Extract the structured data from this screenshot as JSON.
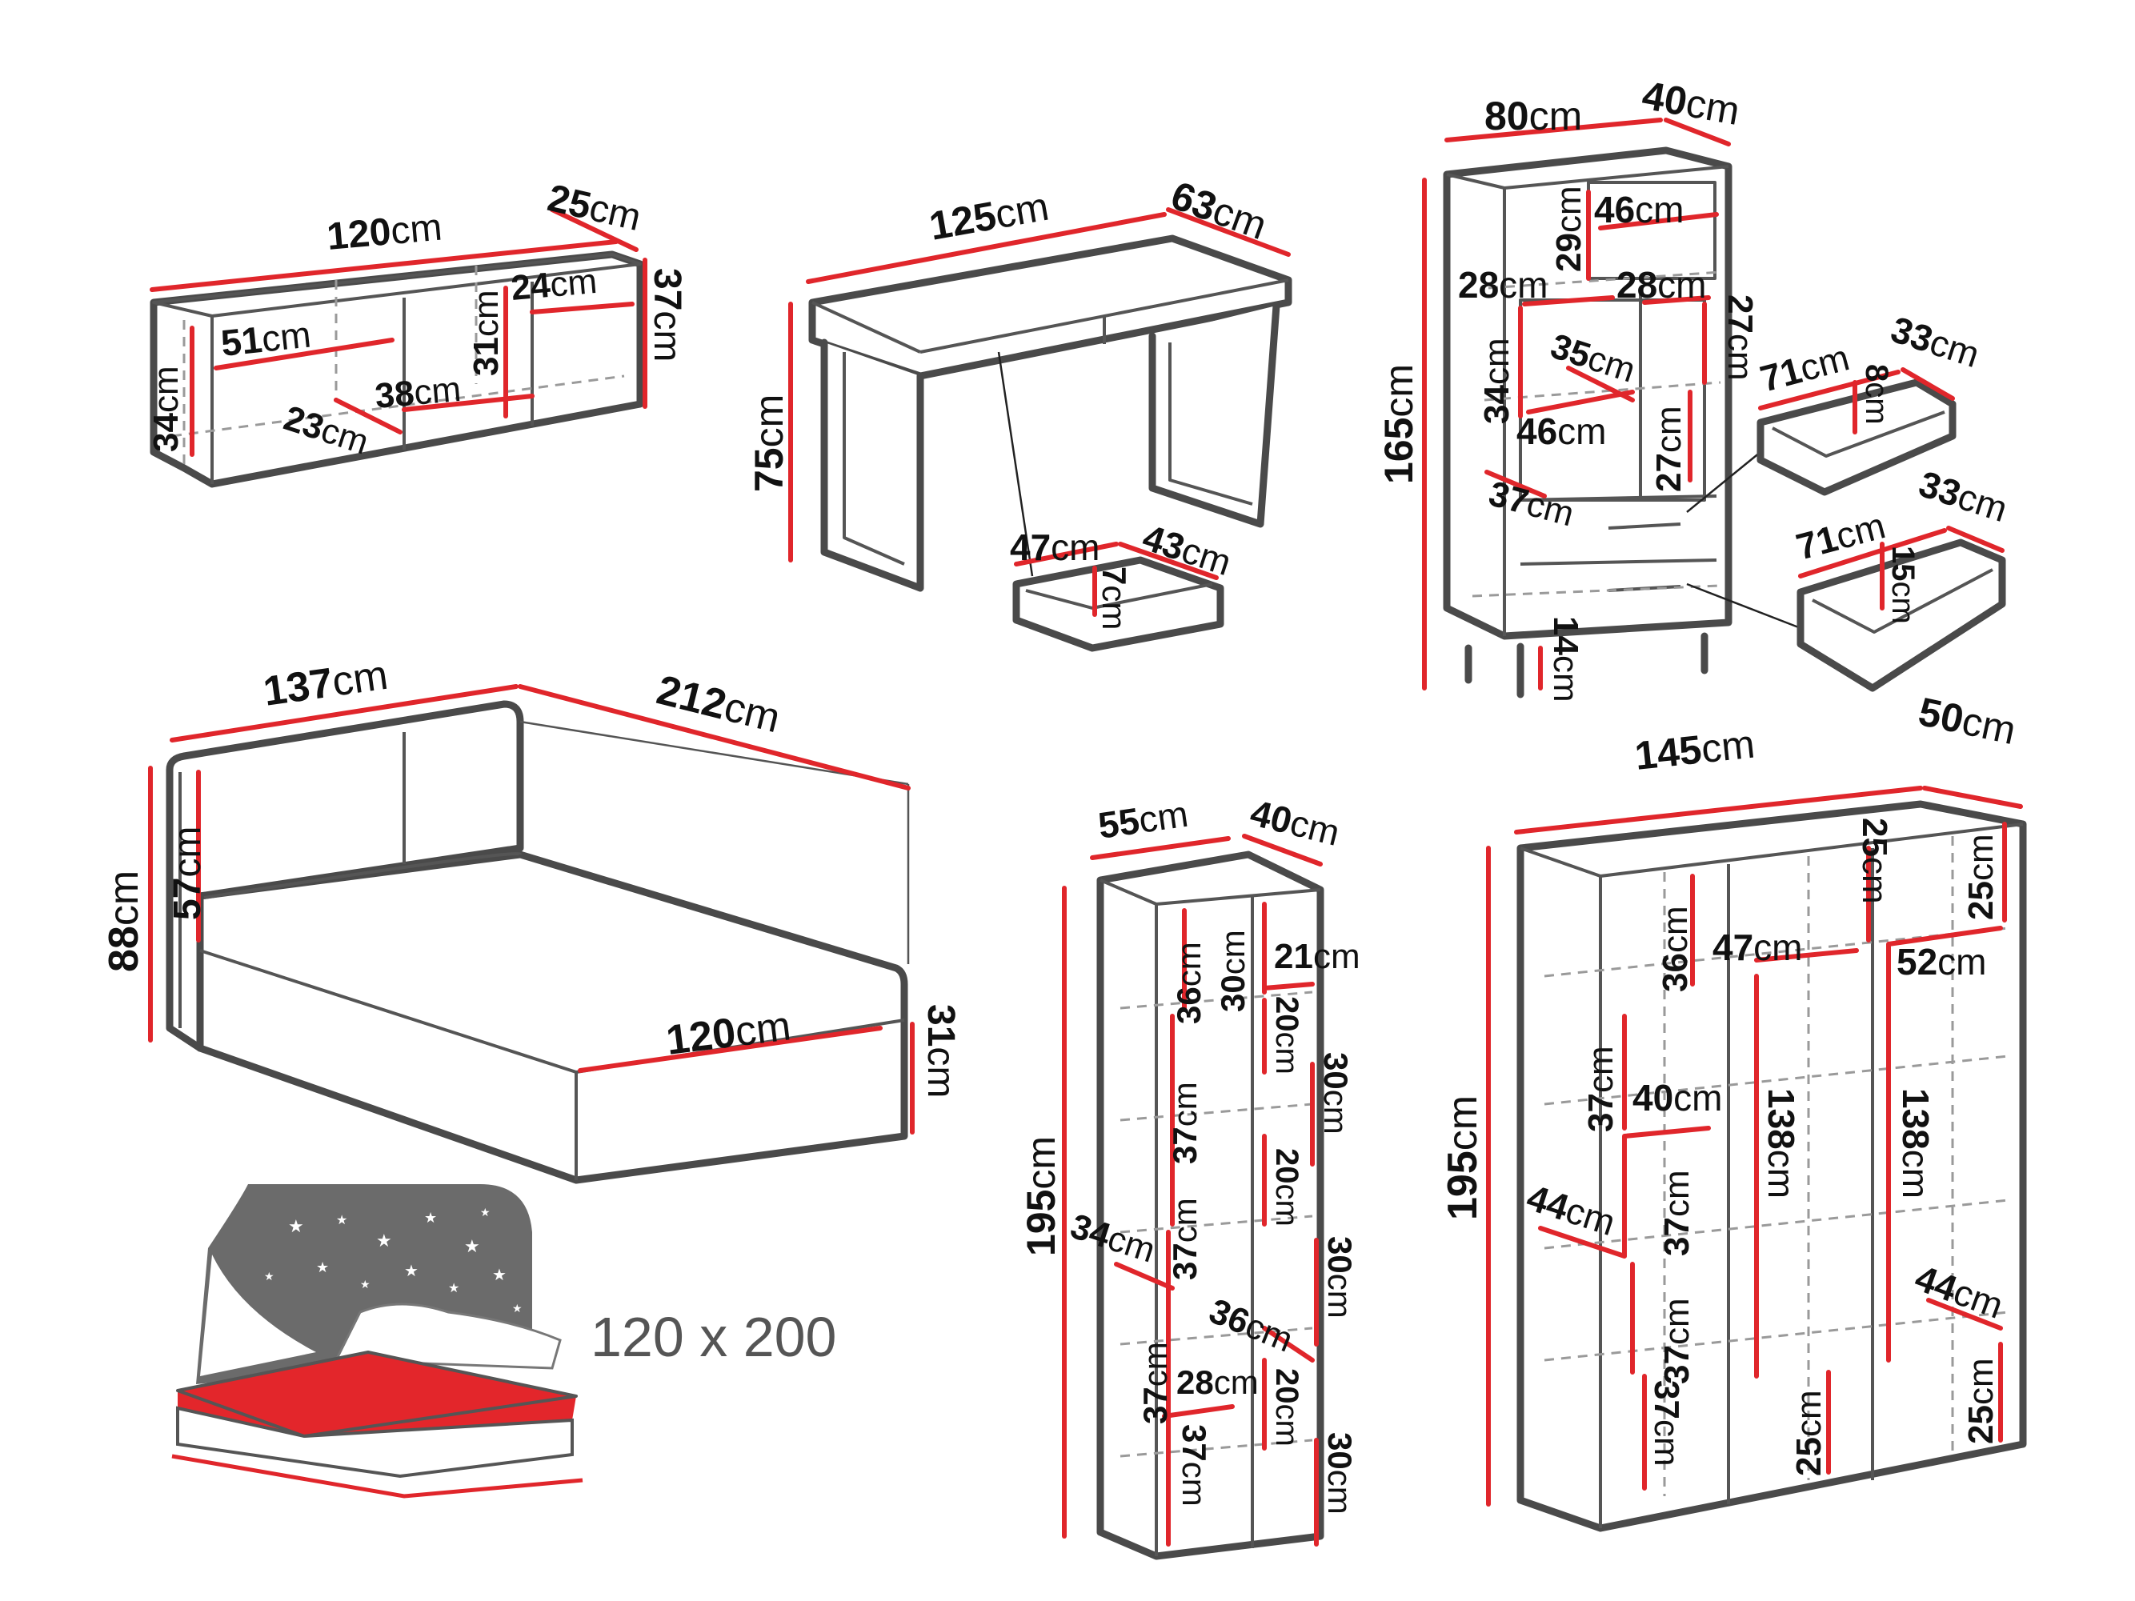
{
  "unit": "cm",
  "colors": {
    "dimension_line": "#e0262b",
    "outline": "#4a4a4a",
    "headboard_print": "#6b6b6b",
    "sheet": "#e3262b"
  },
  "icons": {
    "headboard_print": "night-sky-stars-icon",
    "mattress": "bed-size-icon"
  },
  "sideboard": {
    "width": "120",
    "depth": "25",
    "height": "37",
    "inner_height": "34",
    "shelf_width": "51",
    "shelf_depth": "23",
    "door_width": "38",
    "door_height": "31",
    "compartment_width": "24"
  },
  "desk": {
    "width": "125",
    "depth": "63",
    "height": "75",
    "drawer_width": "47",
    "drawer_depth": "43",
    "drawer_height": "7"
  },
  "bookcase": {
    "width": "80",
    "depth": "40",
    "height": "165",
    "top_width": "46",
    "top_height": "29",
    "mid_width": "28",
    "mid_width_right": "28",
    "niche_height": "34",
    "niche_diagonal": "35",
    "side_height": "27",
    "niche_width": "46",
    "lower_height": "27",
    "shelf_depth": "37",
    "leg_height": "14"
  },
  "drawer_small": {
    "width": "71",
    "depth": "33",
    "height": "8"
  },
  "drawer_large": {
    "width": "71",
    "depth": "33",
    "height": "15"
  },
  "bed": {
    "width": "137",
    "length": "212",
    "height": "88",
    "headboard_height": "57",
    "mattress_width": "120",
    "frame_height": "31",
    "mattress_size": "120 x 200"
  },
  "shelf_unit": {
    "width": "55",
    "depth": "40",
    "height": "195",
    "s1": "36",
    "s2": "30",
    "s3": "21",
    "s4": "20",
    "s5": "37",
    "s6": "30",
    "s7": "20",
    "s8": "37",
    "s9": "34",
    "s10": "30",
    "s11": "36",
    "s12": "37",
    "s13": "28",
    "s14": "20",
    "s15": "37",
    "s16": "30"
  },
  "wardrobe": {
    "width": "145",
    "depth": "50",
    "height": "195",
    "w1": "25",
    "w2": "36",
    "w3": "47",
    "w4": "25",
    "w5": "52",
    "w6": "37",
    "w7": "40",
    "w8": "138",
    "w9": "138",
    "w10": "37",
    "w11": "44",
    "w12": "37",
    "w13": "44",
    "w14": "37",
    "w15": "25",
    "w16": "25"
  }
}
